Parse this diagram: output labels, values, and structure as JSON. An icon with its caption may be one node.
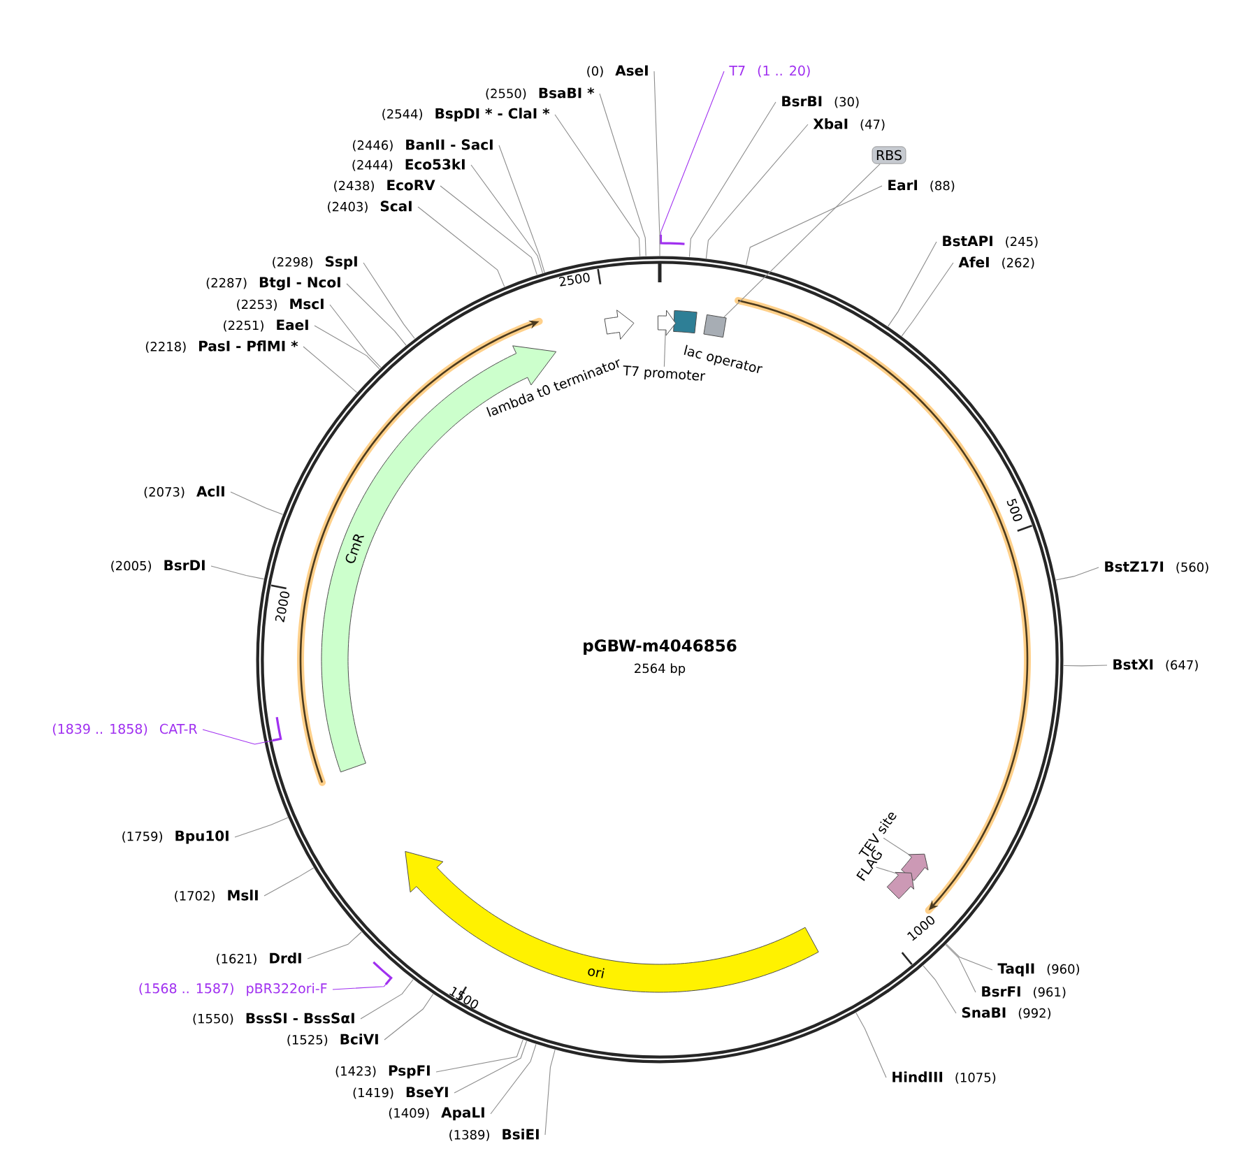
{
  "diagram": {
    "title": "pGBW-m4046856",
    "nodes": [
      {
        "text": [
          "(0)",
          "AseI"
        ]
      },
      {
        "text": [
          "(2550)",
          "BsaBI *"
        ]
      },
      {
        "text": [
          "(2544)",
          "BspDI * - ClaI *"
        ]
      },
      {
        "text": [
          "(2446)",
          "BanII - SacI"
        ]
      },
      {
        "text": [
          "(2444)",
          "Eco53kI"
        ]
      },
      {
        "text": [
          "(2438)",
          "EcoRV"
        ]
      },
      {
        "text": [
          "(2403)",
          "ScaI"
        ]
      },
      {
        "text": [
          "(2298)",
          "SspI"
        ]
      },
      {
        "text": [
          "(2287)",
          "BtgI - NcoI"
        ]
      },
      {
        "text": [
          "(2253)",
          "MscI"
        ]
      },
      {
        "text": [
          "(2251)",
          "EaeI"
        ]
      },
      {
        "text": [
          "(2218)",
          "PasI - PflMI *"
        ]
      },
      {
        "text": [
          "(2073)",
          "AclI"
        ]
      },
      {
        "text": [
          "(2005)",
          "BsrDI"
        ]
      },
      {
        "text": [
          "(1759)",
          "Bpu10I"
        ]
      },
      {
        "text": [
          "(1702)",
          "MslI"
        ]
      },
      {
        "text": [
          "(1621)",
          "DrdI"
        ]
      },
      {
        "text": [
          "(1550)",
          "BssSI - BssSαI"
        ]
      },
      {
        "text": [
          "(1525)",
          "BciVI"
        ]
      },
      {
        "text": [
          "(1423)",
          "PspFI"
        ]
      },
      {
        "text": [
          "(1419)",
          "BseYI"
        ]
      },
      {
        "text": [
          "(1409)",
          "ApaLI"
        ]
      },
      {
        "text": [
          "(1389)",
          "BsiEI"
        ]
      },
      {
        "text": [
          "BsrBI",
          "(30)"
        ]
      },
      {
        "text": [
          "XbaI",
          "(47)"
        ]
      },
      {
        "text": [
          "EarI",
          "(88)"
        ]
      },
      {
        "text": [
          "BstAPI",
          "(245)"
        ]
      },
      {
        "text": [
          "AfeI",
          "(262)"
        ]
      },
      {
        "text": [
          "BstZ17I",
          "(560)"
        ]
      },
      {
        "text": [
          "BstXI",
          "(647)"
        ]
      },
      {
        "text": [
          "TaqII",
          "(960)"
        ]
      },
      {
        "text": [
          "BsrFI",
          "(961)"
        ]
      },
      {
        "text": [
          "SnaBI",
          "(992)"
        ]
      },
      {
        "text": [
          "HindIII",
          "(1075)"
        ]
      },
      {
        "text": [
          "T7",
          "(1 .. 20)"
        ]
      },
      {
        "text": [
          "(1839 .. 1858)",
          "CAT-R"
        ]
      },
      {
        "text": [
          "(1568 .. 1587)",
          "pBR322ori-F"
        ]
      },
      {
        "text": [
          "RBS"
        ]
      },
      {
        "text": [],
        "shape": "box",
        "in": 52
      },
      {
        "text": [],
        "shape": "arrow",
        "in": 52
      },
      {
        "text": [],
        "shape": "arrow",
        "in": 52
      },
      {
        "text": [],
        "shape": "box",
        "in": 52
      },
      {
        "text": [
          "CmR"
        ],
        "in": 52
      },
      {
        "text": [
          "ori"
        ],
        "in": 52
      },
      {
        "text": [],
        "shape": "arrow",
        "in": 52
      },
      {
        "text": [],
        "shape": "arrow",
        "in": 52
      },
      {
        "text": [
          "T7 promoter"
        ],
        "in": 52
      },
      {
        "text": [
          "TEV site"
        ],
        "in": 52
      },
      {
        "text": [
          "FLAG"
        ],
        "in": 52
      },
      {
        "text": [],
        "shape": "bar"
      },
      {
        "text": [],
        "shape": "bar",
        "in": 52
      },
      {
        "text": [],
        "shape": "bar"
      },
      {
        "text": [],
        "shape": "circle"
      }
    ],
    "edges": [
      {
        "from": 0,
        "to": 52,
        "arrow": "none"
      },
      {
        "from": 1,
        "to": 52,
        "arrow": "none"
      },
      {
        "from": 2,
        "to": 52,
        "arrow": "none"
      },
      {
        "from": 3,
        "to": 52,
        "arrow": "none"
      },
      {
        "from": 4,
        "to": 52,
        "arrow": "none"
      },
      {
        "from": 5,
        "to": 52,
        "arrow": "none"
      },
      {
        "from": 6,
        "to": 52,
        "arrow": "none"
      },
      {
        "from": 7,
        "to": 52,
        "arrow": "none"
      },
      {
        "from": 8,
        "to": 52,
        "arrow": "none"
      },
      {
        "from": 9,
        "to": 52,
        "arrow": "none"
      },
      {
        "from": 10,
        "to": 52,
        "arrow": "none"
      },
      {
        "from": 11,
        "to": 52,
        "arrow": "none"
      },
      {
        "from": 12,
        "to": 52,
        "arrow": "none"
      },
      {
        "from": 13,
        "to": 52,
        "arrow": "none"
      },
      {
        "from": 14,
        "to": 52,
        "arrow": "none"
      },
      {
        "from": 15,
        "to": 52,
        "arrow": "none"
      },
      {
        "from": 16,
        "to": 52,
        "arrow": "none"
      },
      {
        "from": 17,
        "to": 52,
        "arrow": "none"
      },
      {
        "from": 18,
        "to": 52,
        "arrow": "none"
      },
      {
        "from": 19,
        "to": 52,
        "arrow": "none"
      },
      {
        "from": 20,
        "to": 52,
        "arrow": "none"
      },
      {
        "from": 21,
        "to": 52,
        "arrow": "none"
      },
      {
        "from": 22,
        "to": 52,
        "arrow": "none"
      },
      {
        "from": 23,
        "to": 52,
        "arrow": "none"
      },
      {
        "from": 24,
        "to": 52,
        "arrow": "none"
      },
      {
        "from": 25,
        "to": 52,
        "arrow": "none"
      },
      {
        "from": 26,
        "to": 52,
        "arrow": "none"
      },
      {
        "from": 27,
        "to": 52,
        "arrow": "none"
      },
      {
        "from": 28,
        "to": 52,
        "arrow": "none"
      },
      {
        "from": 29,
        "to": 52,
        "arrow": "none"
      },
      {
        "from": 30,
        "to": 52,
        "arrow": "none"
      },
      {
        "from": 31,
        "to": 52,
        "arrow": "none"
      },
      {
        "from": 32,
        "to": 52,
        "arrow": "none"
      },
      {
        "from": 33,
        "to": 52,
        "arrow": "none"
      },
      {
        "from": 34,
        "to": 49,
        "arrow": "none",
        "color": "#a030f0"
      },
      {
        "from": 35,
        "to": 50,
        "arrow": "none",
        "color": "#a030f0"
      },
      {
        "from": 36,
        "to": 51,
        "arrow": "none",
        "color": "#a030f0"
      },
      {
        "from": 37,
        "to": 41,
        "arrow": "none"
      },
      {
        "from": 46,
        "to": 40,
        "arrow": "none"
      },
      {
        "from": 47,
        "to": 44,
        "arrow": "none"
      },
      {
        "from": 48,
        "to": 45,
        "arrow": "none"
      }
    ],
    "labels": [
      "2500",
      "lambda t0 terminator",
      "lac operator",
      "500",
      "2000",
      "2564 bp",
      "1000",
      "1500"
    ]
  }
}
